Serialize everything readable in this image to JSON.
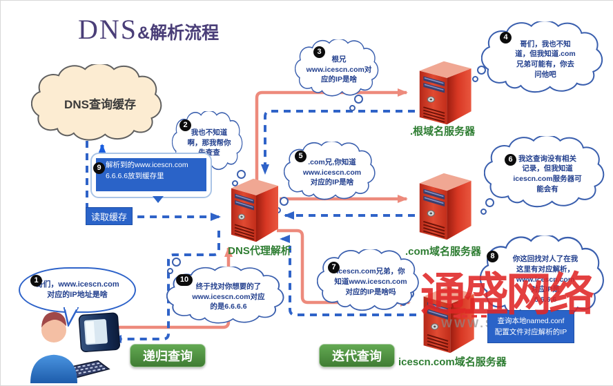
{
  "title": {
    "main": "DNS",
    "sub": "&解析流程"
  },
  "cache_cloud_label": "DNS查询缓存",
  "tags": {
    "read_cache": "读取缓存",
    "recursive_query": "递归查询",
    "iterative_query": "迭代查询"
  },
  "servers": {
    "proxy": "DNS代理解析",
    "root": ".根域名服务器",
    "com": ".com域名服务器",
    "icescn": "icescn.com域名服务器"
  },
  "bubbles": [
    {
      "num": "1",
      "text": "哥们，www.icescn.com\n对应的IP地址是啥"
    },
    {
      "num": "2",
      "text": "我也不知道\n啊，那我帮你\n先查查"
    },
    {
      "num": "3",
      "text": "根兄\nwww.icescn.com对\n应的IP是啥"
    },
    {
      "num": "4",
      "text": "哥们，我也不知\n道，但我知道.com\n兄弟可能有，你去\n问他吧"
    },
    {
      "num": "5",
      "text": ".com兄,你知道\nwww.icescn.com\n对应的IP是啥"
    },
    {
      "num": "6",
      "text": "我这查询没有相关\n记录，但我知道\nicescn.com服务器可\n能会有"
    },
    {
      "num": "7",
      "text": "icescn.com兄弟，你\n知道www.icescn.com\n对应的IP是啥吗"
    },
    {
      "num": "8",
      "text": "你这回找对人了在我\n这里有对应解析，\nwww.icescn.com\n对应IP是\n6.6.6.6"
    },
    {
      "num": "9",
      "text": "解析到的www.icescn.com\n6.6.6.6放到缓存里"
    },
    {
      "num": "10",
      "text": "终于找对你想要的了\nwww.icescn.com对应\n的是6.6.6.6"
    }
  ],
  "note_box": "查询本地named.conf\n配置文件对应解析的IP",
  "watermark": {
    "main": "通盛网络",
    "sub": "WWW.S"
  },
  "colors": {
    "title_purple": "#4a3e78",
    "query_salmon": "#ed8a7c",
    "response_blue": "#2f63c8",
    "cache_write_blue": "#1a5ede",
    "green_label": "#4e9141",
    "server_red": "#c62a1a",
    "cloud_cream": "#fcecd2",
    "watermark_red": "#df2626",
    "box_blue": "#2a63c8"
  }
}
